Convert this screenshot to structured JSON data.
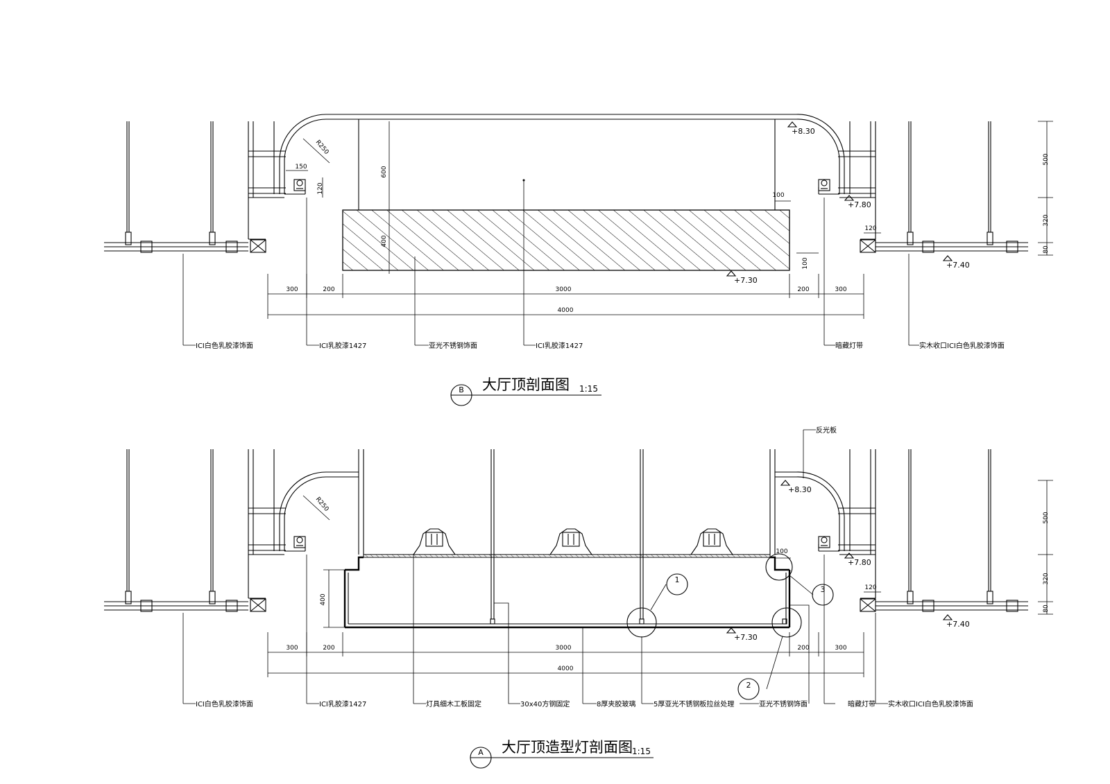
{
  "section_b": {
    "title": "大厅顶剖面图",
    "scale": "1:15",
    "tag": "B",
    "levels": {
      "top": "+8.30",
      "mid": "+7.80",
      "right_low": "+7.40",
      "box_bottom": "+7.30"
    },
    "dims_bottom": [
      "300",
      "200",
      "3000",
      "200",
      "300"
    ],
    "dim_total": "4000",
    "dims_right": [
      "500",
      "320",
      "80"
    ],
    "dim_radius": "R250",
    "dim_150": "150",
    "dim_120_left": "120",
    "dim_120_right": "120",
    "dim_600": "600",
    "dim_400": "400",
    "dim_100_top": "100",
    "dim_100_side": "100",
    "labels": [
      "ICI白色乳胶漆饰面",
      "ICI乳胶漆1427",
      "亚光不锈钢饰面",
      "ICI乳胶漆1427",
      "暗藏灯带",
      "实木收口ICI白色乳胶漆饰面"
    ]
  },
  "section_a": {
    "title": "大厅顶造型灯剖面图",
    "scale": "1:15",
    "tag": "A",
    "levels": {
      "top": "+8.30",
      "mid": "+7.80",
      "right_low": "+7.40",
      "box_bottom": "+7.30"
    },
    "dims_bottom": [
      "300",
      "200",
      "3000",
      "200",
      "300"
    ],
    "dim_total": "4000",
    "dims_right": [
      "500",
      "320",
      "80"
    ],
    "dim_radius": "R250",
    "dim_400": "400",
    "dim_100": "100",
    "dim_120_right": "120",
    "reflector_label": "反光板",
    "detail_tags": [
      "1",
      "2",
      "3"
    ],
    "labels": [
      "ICI白色乳胶漆饰面",
      "ICI乳胶漆1427",
      "灯具细木工板固定",
      "30x40方钢固定",
      "8厚夹胶玻璃",
      "5厚亚光不锈钢板拉丝处理",
      "亚光不锈钢饰面",
      "暗藏灯带",
      "实木收口ICI白色乳胶漆饰面"
    ]
  }
}
